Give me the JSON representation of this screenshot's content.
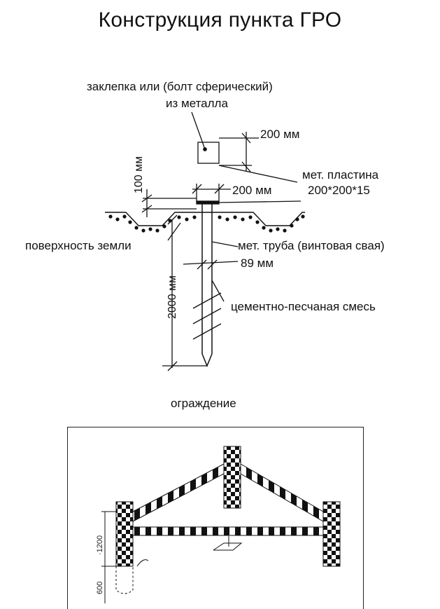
{
  "title": "Конструкция пункта ГРО",
  "labels": {
    "rivet_line1": "заклепка или (болт сферический)",
    "rivet_line2": "из металла",
    "dim_plate_width": "200 мм",
    "plate_line1": "мет. пластина",
    "plate_line2": "200*200*15",
    "dim_100": "100 мм",
    "dim_head": "200 мм",
    "ground": "поверхность земли",
    "pipe": "мет. труба (винтовая свая)",
    "dim_89": "89 мм",
    "dim_2000": "2000 мм",
    "mix": "цементно-песчаная смесь"
  },
  "fence": {
    "caption": "ограждение",
    "dim_1200": "·1200",
    "dim_600": "600"
  }
}
